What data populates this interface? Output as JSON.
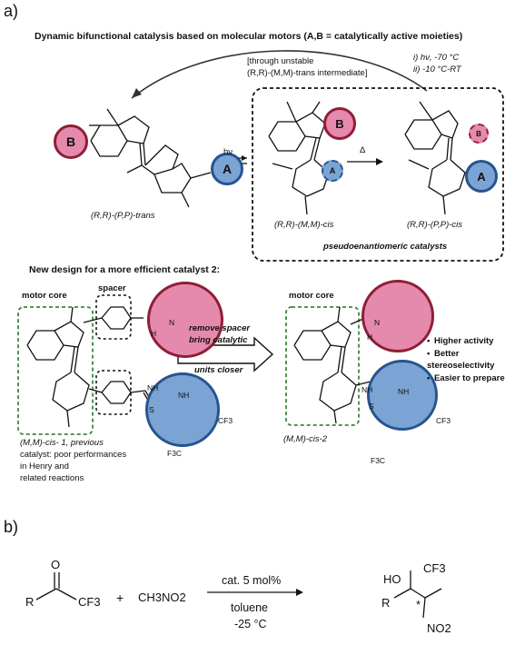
{
  "panel_a": {
    "label": "a)",
    "title": "Dynamic bifunctional catalysis based on molecular motors (A,B = catalytically active moieties)",
    "conditions": {
      "line1": "i) hν, -70 °C",
      "line2": "ii) -10 °C-RT"
    },
    "intermediate_note": {
      "line1": "[through unstable",
      "line2": "(R,R)-(M,M)-trans intermediate]"
    },
    "light_label": "hν",
    "delta_label": "Δ",
    "moiety_a": "A",
    "moiety_b": "B",
    "trans_label": "(R,R)-(P,P)-trans",
    "cis_mm_label": "(R,R)-(M,M)-cis",
    "cis_pp_label": "(R,R)-(P,P)-cis",
    "pseudo_label": "pseudoenantiomeric catalysts",
    "new_design_title": "New design for a more efficient catalyst 2:",
    "motor_core": "motor core",
    "spacer": "spacer",
    "arrow_text": {
      "line1": "remove spacer",
      "line2": "bring catalytic",
      "line3": "units closer"
    },
    "benefits": [
      "Higher activity",
      "Better",
      "stereoselectivity",
      "Easier to prepare"
    ],
    "cat1_desc": {
      "line1": "(M,M)-cis- 1, previous",
      "line2": "catalyst: poor performances",
      "line3": "in Henry and",
      "line4": "related reactions"
    },
    "cat2_label": "(M,M)-cis-2",
    "atoms": {
      "N": "N",
      "H": "H",
      "S": "S",
      "NH": "NH",
      "CF3": "CF3",
      "F3C": "F3C"
    }
  },
  "panel_b": {
    "label": "b)",
    "reactant_R": "R",
    "reactant_O": "O",
    "reactant_CF3": "CF3",
    "plus": "+",
    "nitromethane": "CH3NO2",
    "conditions_above": "cat. 5 mol%",
    "conditions_below1": "toluene",
    "conditions_below2": "-25 °C",
    "product_HO": "HO",
    "product_CF3": "CF3",
    "product_R": "R",
    "product_star": "*",
    "product_NO2": "NO2"
  },
  "colors": {
    "pink_fill": "#e58aac",
    "pink_border": "#8e1f35",
    "blue_fill": "#7ba4d4",
    "blue_border": "#26548f",
    "green_dash": "#3a8a3a"
  }
}
